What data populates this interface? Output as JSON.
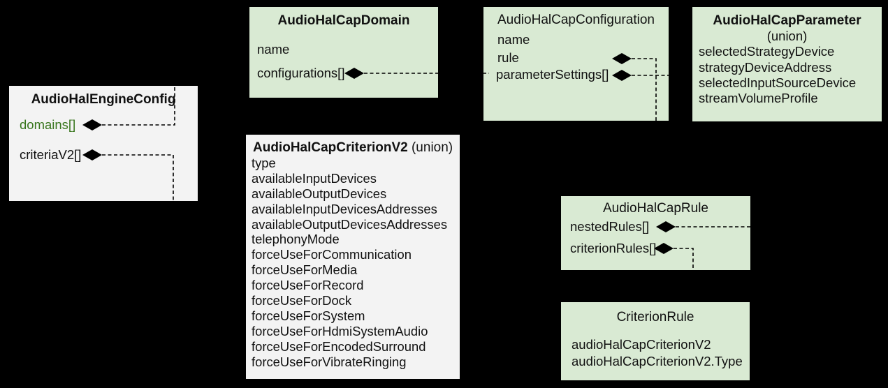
{
  "diagram": {
    "description_colors": {
      "background": "#000000",
      "green_box": "#d9ead3",
      "gray_box": "#f3f3f3",
      "accent_field_text": "#38761d",
      "text": "#111111",
      "connector_line": "#000000"
    }
  },
  "boxes": {
    "engineConfig": {
      "title": "AudioHalEngineConfig",
      "fields": {
        "domains": "domains[]",
        "criteriaV2": "criteriaV2[]"
      }
    },
    "capDomain": {
      "title": "AudioHalCapDomain",
      "fields": {
        "name": "name",
        "configurations": "configurations[]"
      }
    },
    "capConfiguration": {
      "title": "AudioHalCapConfiguration",
      "fields": {
        "name": "name",
        "rule": "rule",
        "parameterSettings": "parameterSettings[]"
      }
    },
    "capParameter": {
      "title": "AudioHalCapParameter",
      "subtitle": "(union)",
      "fields": [
        "selectedStrategyDevice",
        "strategyDeviceAddress",
        "selectedInputSourceDevice",
        "streamVolumeProfile"
      ]
    },
    "criterionV2": {
      "title": "AudioHalCapCriterionV2",
      "title_suffix": " (union)",
      "fields": [
        "type",
        "availableInputDevices",
        "availableOutputDevices",
        "availableInputDevicesAddresses",
        "availableOutputDevicesAddresses",
        "telephonyMode",
        "forceUseForCommunication",
        "forceUseForMedia",
        "forceUseForRecord",
        "forceUseForDock",
        "forceUseForSystem",
        "forceUseForHdmiSystemAudio",
        "forceUseForEncodedSurround",
        "forceUseForVibrateRinging"
      ]
    },
    "capRule": {
      "title": "AudioHalCapRule",
      "fields": {
        "nestedRules": "nestedRules[]",
        "criterionRules": "criterionRules[]"
      }
    },
    "criterionRule": {
      "title": "CriterionRule",
      "fields": {
        "criterionV2": "audioHalCapCriterionV2",
        "criterionV2Type": "audioHalCapCriterionV2.Type"
      }
    }
  },
  "connections": [
    {
      "from": "AudioHalEngineConfig.domains[]",
      "to": "AudioHalCapDomain",
      "kind": "composition"
    },
    {
      "from": "AudioHalEngineConfig.criteriaV2[]",
      "to": "AudioHalCapCriterionV2",
      "kind": "composition"
    },
    {
      "from": "AudioHalCapDomain.configurations[]",
      "to": "AudioHalCapConfiguration",
      "kind": "composition"
    },
    {
      "from": "AudioHalCapConfiguration.rule",
      "to": "AudioHalCapRule",
      "kind": "composition"
    },
    {
      "from": "AudioHalCapConfiguration.parameterSettings[]",
      "to": "AudioHalCapParameter",
      "kind": "composition"
    },
    {
      "from": "AudioHalCapRule.nestedRules[]",
      "to": "AudioHalCapRule",
      "kind": "composition"
    },
    {
      "from": "AudioHalCapRule.criterionRules[]",
      "to": "CriterionRule",
      "kind": "composition"
    }
  ]
}
